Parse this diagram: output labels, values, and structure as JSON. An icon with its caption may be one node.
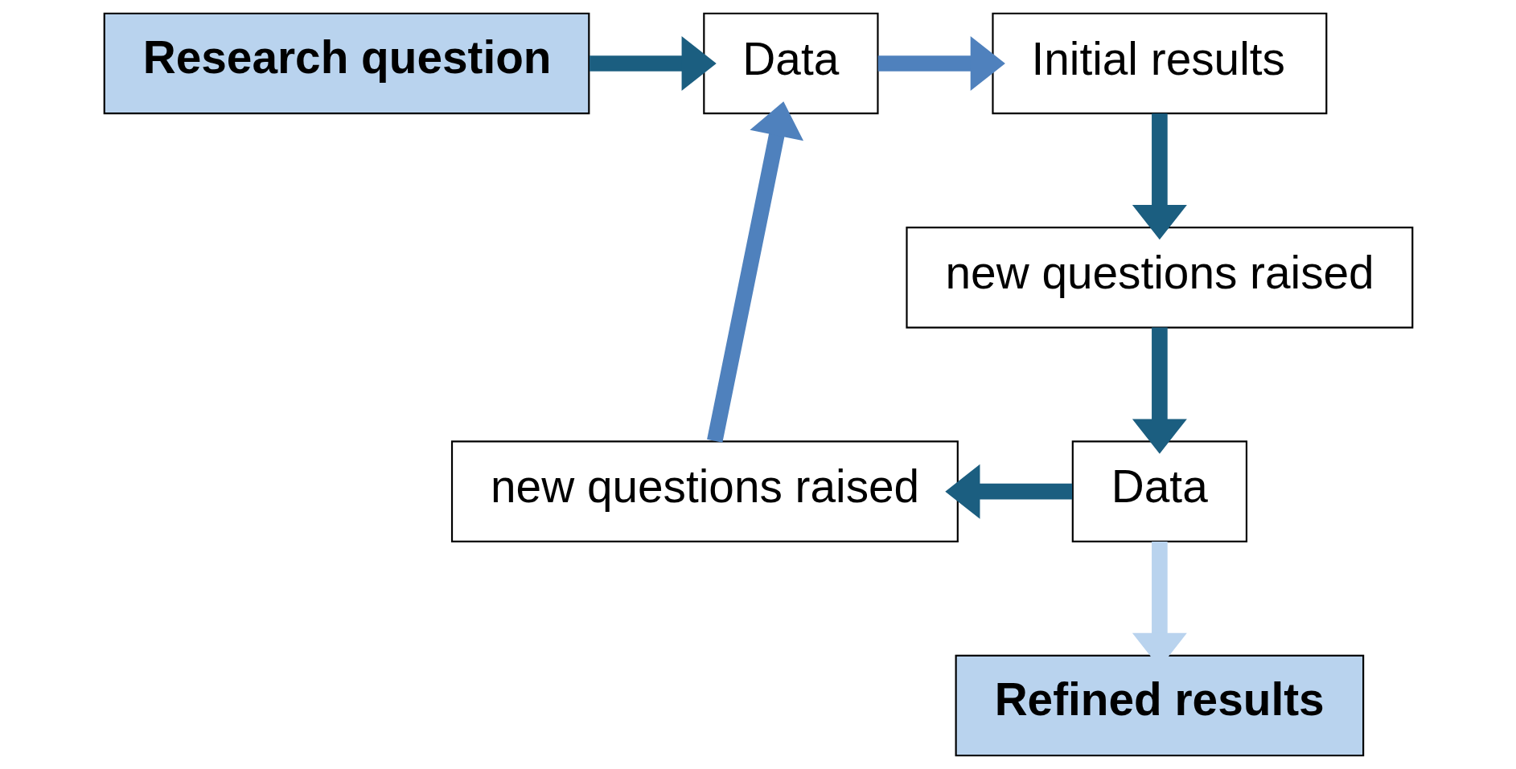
{
  "diagram": {
    "nodes": [
      {
        "text": [
          "Research question"
        ]
      },
      {
        "text": [
          "Data"
        ]
      },
      {
        "text": [
          "Initial results"
        ]
      },
      {
        "text": [
          "new questions raised"
        ]
      },
      {
        "text": [
          "Data"
        ]
      },
      {
        "text": [
          "new questions raised"
        ]
      },
      {
        "text": [
          "Refined results"
        ]
      }
    ],
    "edges": [
      {
        "from": 0,
        "to": 1,
        "arrow": "to"
      },
      {
        "from": 1,
        "to": 2,
        "arrow": "to",
        "color": "#4f81bd"
      },
      {
        "from": 2,
        "to": 3,
        "arrow": "to"
      },
      {
        "from": 3,
        "to": 4,
        "arrow": "to"
      },
      {
        "from": 4,
        "to": 5,
        "arrow": "to"
      },
      {
        "from": 5,
        "to": 1,
        "arrow": "to",
        "color": "#4f81bd"
      },
      {
        "from": 4,
        "to": 6,
        "arrow": "to",
        "color": "#b9d3ee"
      }
    ]
  }
}
